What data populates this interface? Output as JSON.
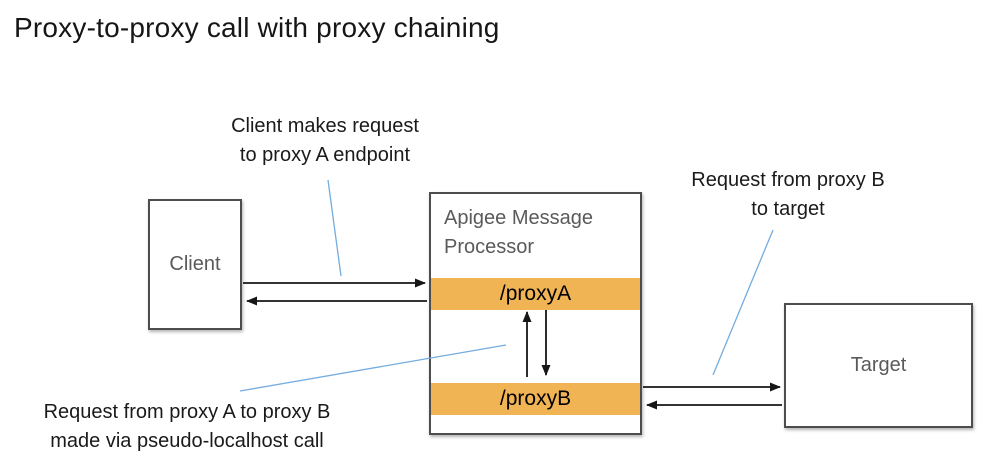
{
  "title": "Proxy-to-proxy call with proxy chaining",
  "annotations": {
    "client_request": "Client makes request\nto proxy A endpoint",
    "proxy_b_to_target": "Request from proxy B\nto target",
    "proxy_a_to_b": "Request from proxy A to proxy B\nmade via pseudo-localhost call"
  },
  "nodes": {
    "client": {
      "label": "Client"
    },
    "message_processor": {
      "label": "Apigee Message Processor",
      "endpoints": [
        {
          "label": "/proxyA"
        },
        {
          "label": "/proxyB"
        }
      ]
    },
    "target": {
      "label": "Target"
    }
  },
  "colors": {
    "endpoint_bar": "#F0B455",
    "box_border": "#4D4D4D",
    "box_label_text": "#5A5A5A",
    "leader_line": "#74ACDF",
    "arrow": "#161616"
  }
}
